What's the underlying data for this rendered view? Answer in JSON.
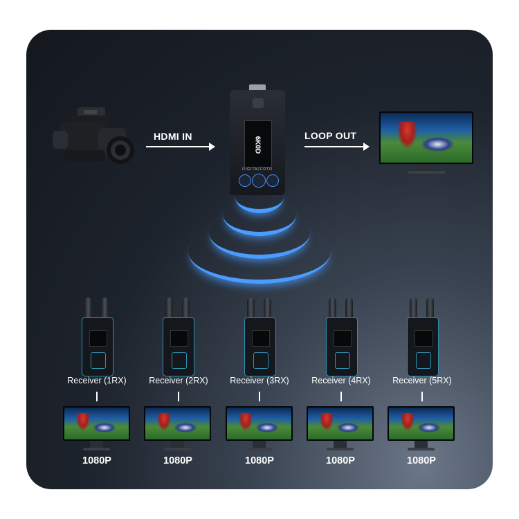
{
  "top": {
    "hdmi_in_label": "HDMI IN",
    "loop_out_label": "LOOP OUT"
  },
  "transmitter": {
    "brand_text": "DIGITALFOTO",
    "model_text": "6K0D"
  },
  "receivers": [
    {
      "label": "Receiver (1RX)",
      "resolution": "1080P"
    },
    {
      "label": "Receiver (2RX)",
      "resolution": "1080P"
    },
    {
      "label": "Receiver (3RX)",
      "resolution": "1080P"
    },
    {
      "label": "Receiver (4RX)",
      "resolution": "1080P"
    },
    {
      "label": "Receiver (5RX)",
      "resolution": "1080P"
    }
  ],
  "colors": {
    "accent_blue": "#4a9dff",
    "receiver_trim": "#2e8fb3"
  },
  "icons": [
    "camcorder-icon",
    "transmitter-icon",
    "monitor-icon",
    "receiver-icon",
    "wireless-signal-icon"
  ]
}
